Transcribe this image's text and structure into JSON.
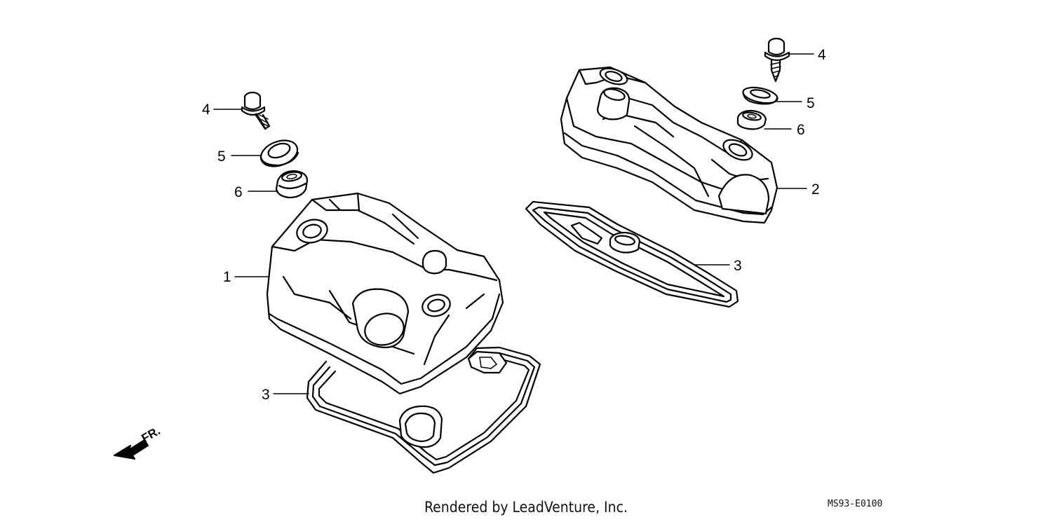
{
  "diagram": {
    "callouts": {
      "left_cover": "1",
      "right_cover": "2",
      "gasket_right": "3",
      "gasket_left": "3",
      "bolt_right": "4",
      "bolt_left": "4",
      "washer_right": "5",
      "washer_left": "5",
      "grommet_right": "6",
      "grommet_left": "6"
    },
    "direction_label": "FR."
  },
  "footer": {
    "credit": "Rendered by LeadVenture, Inc.",
    "code": "MS93-E0100"
  }
}
